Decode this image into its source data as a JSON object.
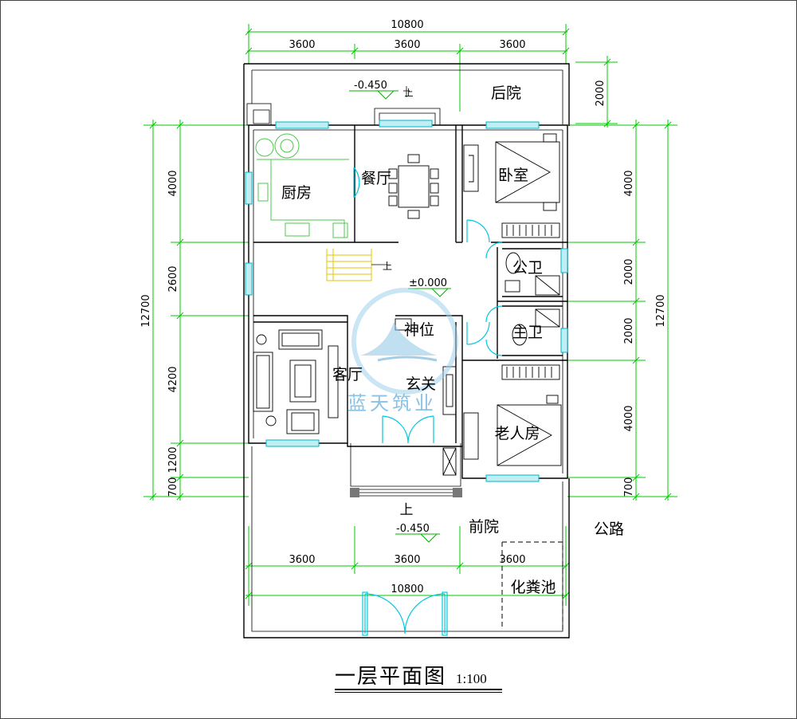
{
  "drawing": {
    "title": "一层平面图",
    "scale": "1:100",
    "watermark": "蓝天筑业"
  },
  "dimensions": {
    "top_total": "10800",
    "top_segments": [
      "3600",
      "3600",
      "3600"
    ],
    "bottom_total": "10800",
    "bottom_segments": [
      "3600",
      "3600",
      "3600"
    ],
    "left_total": "12700",
    "left_segments": [
      "4000",
      "2600",
      "4200",
      "1200",
      "700"
    ],
    "right_total": "12700",
    "right_segments": [
      "4000",
      "2000",
      "2000",
      "4000",
      "700"
    ],
    "backyard_depth": "2000"
  },
  "rooms": {
    "backyard": "后院",
    "kitchen": "厨房",
    "dining": "餐厅",
    "bedroom": "卧室",
    "public_bath": "公卫",
    "master_bath": "主卫",
    "shrine": "神位",
    "living": "客厅",
    "foyer": "玄关",
    "elder_room": "老人房",
    "front_yard": "前院",
    "septic_tank": "化粪池",
    "road": "公路"
  },
  "levels": {
    "backyard": "-0.450",
    "interior": "±0.000",
    "front_yard": "-0.450"
  },
  "annotations": {
    "up_back": "上",
    "up_stair": "上",
    "up_front": "上"
  },
  "colors": {
    "dimension_lines": "#00c800",
    "windows_doors": "#00b4c8",
    "stair": "#e0c800",
    "watermark": "#3c9ad2"
  }
}
